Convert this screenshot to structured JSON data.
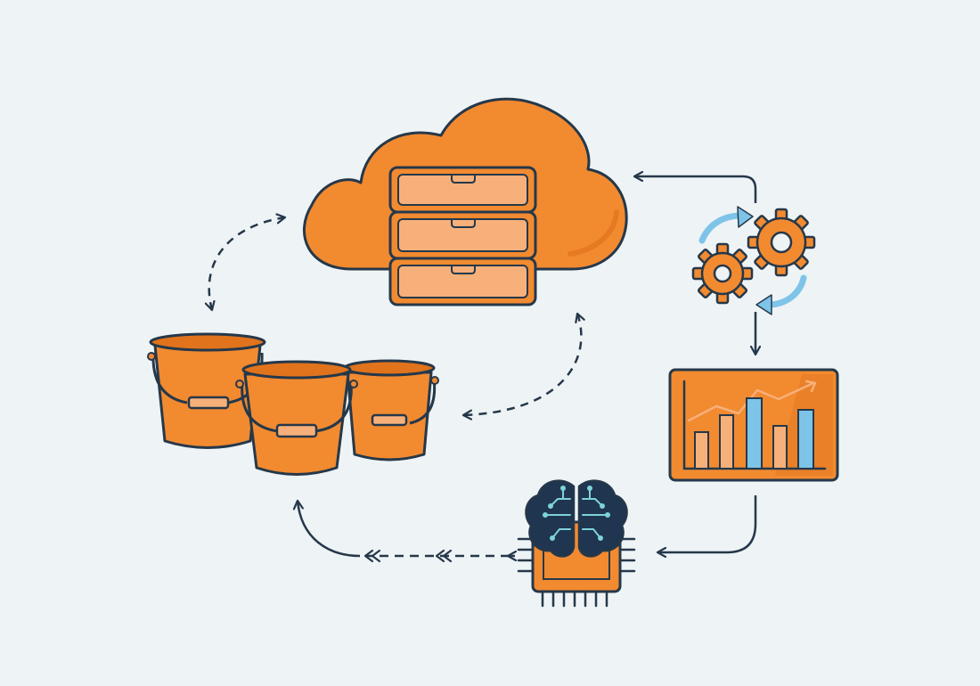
{
  "colors": {
    "background": "#eef3f6",
    "orange": "#f28a30",
    "orange_dark": "#e0731c",
    "orange_light": "#f7b07a",
    "outline": "#25384a",
    "blue": "#7ec4e8",
    "navy": "#1f3550",
    "teal": "#7fd3d8"
  },
  "nodes": [
    {
      "id": "cloud-storage",
      "icon": "cloud-database-icon"
    },
    {
      "id": "buckets",
      "icon": "storage-buckets-icon"
    },
    {
      "id": "processing",
      "icon": "gears-sync-icon"
    },
    {
      "id": "analytics",
      "icon": "bar-chart-dashboard-icon"
    },
    {
      "id": "ai",
      "icon": "ai-brain-chip-icon"
    }
  ],
  "edges": [
    {
      "from": "buckets",
      "to": "cloud-storage",
      "style": "dashed",
      "direction": "both"
    },
    {
      "from": "cloud-storage",
      "to": "buckets",
      "style": "dashed",
      "direction": "both"
    },
    {
      "from": "processing",
      "to": "cloud-storage",
      "style": "solid",
      "direction": "forward"
    },
    {
      "from": "processing",
      "to": "analytics",
      "style": "solid",
      "direction": "forward"
    },
    {
      "from": "analytics",
      "to": "ai",
      "style": "solid",
      "direction": "forward"
    },
    {
      "from": "ai",
      "to": "buckets",
      "style": "dashed",
      "direction": "both"
    }
  ]
}
